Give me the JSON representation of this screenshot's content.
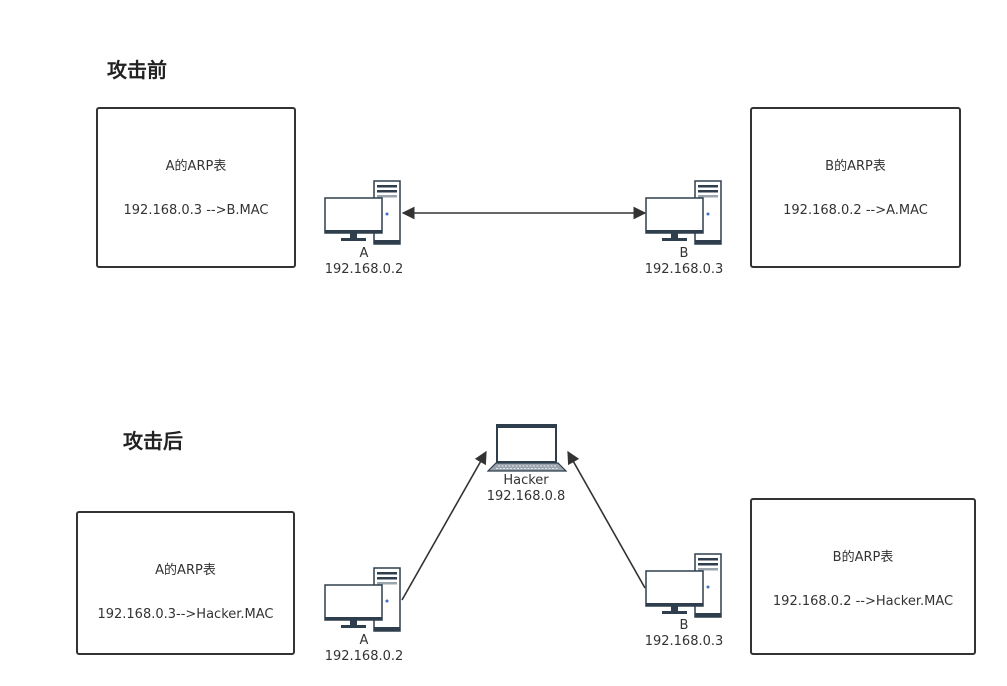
{
  "before": {
    "title": "攻击前",
    "box_a": {
      "title": "A的ARP表",
      "entry": "192.168.0.3 -->B.MAC"
    },
    "box_b": {
      "title": "B的ARP表",
      "entry": "192.168.0.2 -->A.MAC"
    },
    "host_a": {
      "name": "A",
      "ip": "192.168.0.2"
    },
    "host_b": {
      "name": "B",
      "ip": "192.168.0.3"
    }
  },
  "after": {
    "title": "攻击后",
    "box_a": {
      "title": "A的ARP表",
      "entry": "192.168.0.3-->Hacker.MAC"
    },
    "box_b": {
      "title": "B的ARP表",
      "entry": "192.168.0.2 -->Hacker.MAC"
    },
    "host_a": {
      "name": "A",
      "ip": "192.168.0.2"
    },
    "host_b": {
      "name": "B",
      "ip": "192.168.0.3"
    },
    "hacker": {
      "name": "Hacker",
      "ip": "192.168.0.8"
    }
  },
  "icons": {
    "host": "desktop-computer-icon",
    "hacker": "laptop-icon"
  },
  "colors": {
    "stroke": "#333333",
    "icon_dark": "#2f3e4c",
    "icon_light": "#9aa4ad"
  }
}
